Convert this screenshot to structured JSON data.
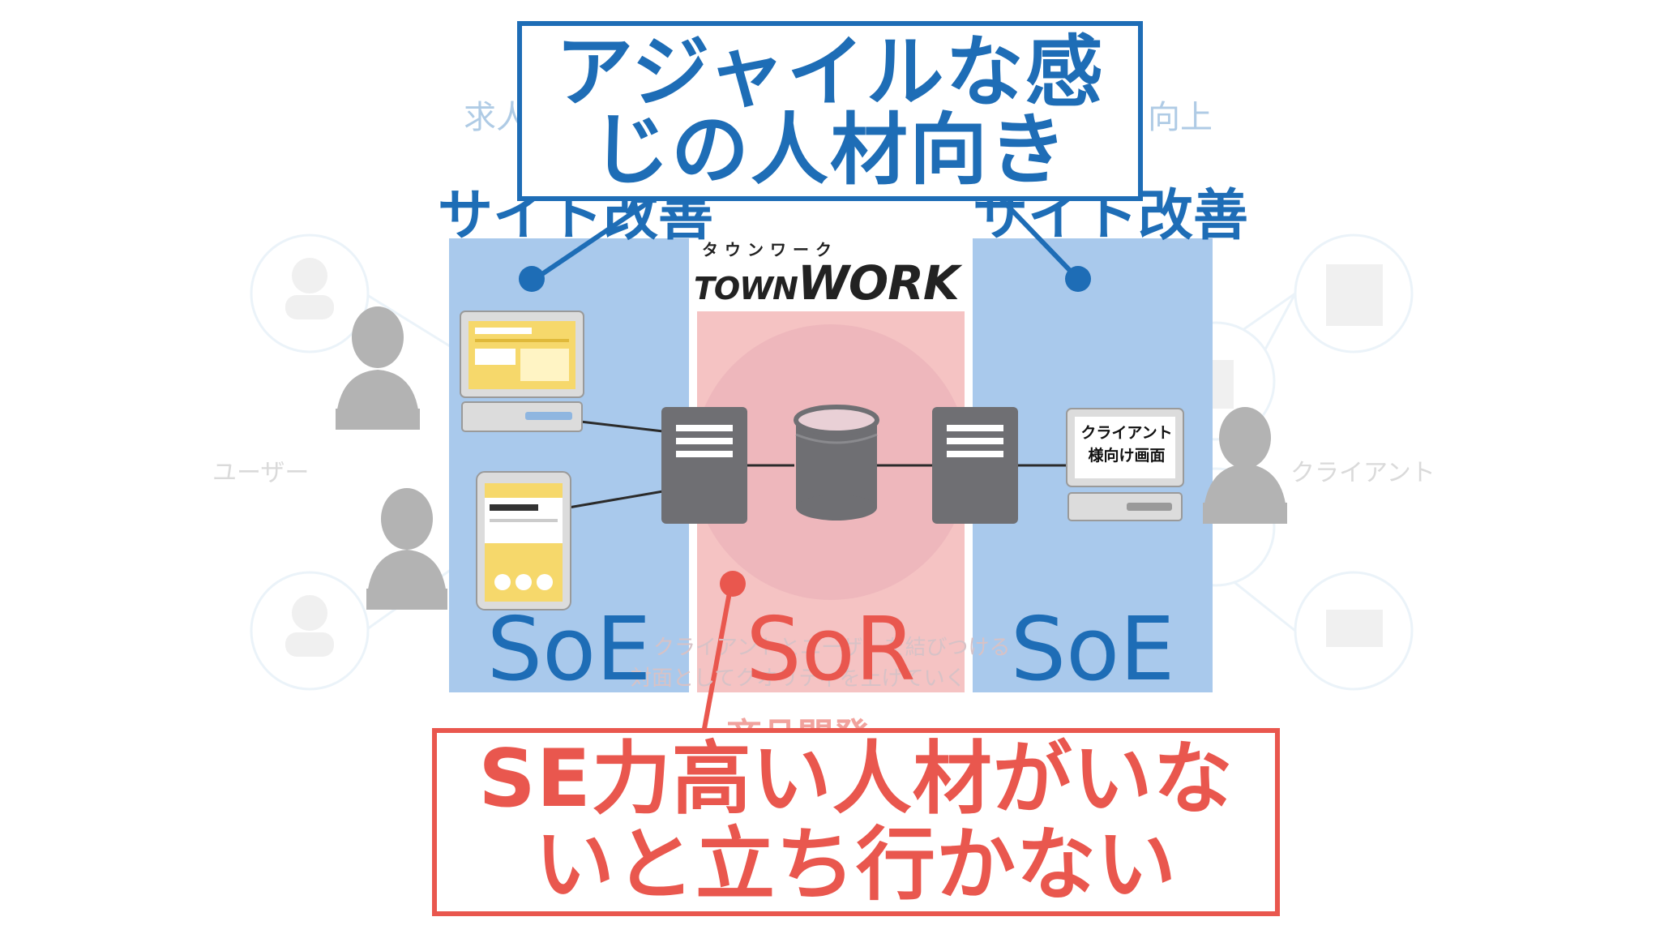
{
  "captions": {
    "top_line1": "アジャイルな感",
    "top_line2": "じの人材向き",
    "bottom_line1": "SE力高い人材がいな",
    "bottom_line2": "いと立ち行かない"
  },
  "headers": {
    "left_fragment": "求人",
    "right_fragment": "向上",
    "left_improve": "サイト改善",
    "right_improve": "サイト改善"
  },
  "logo": {
    "kana": "タウンワーク",
    "town": "TOWN",
    "work": "WORK"
  },
  "zones": {
    "soe_left": "SoE",
    "sor": "SoR",
    "soe_right": "SoE"
  },
  "client_screen": {
    "line1": "クライアント",
    "line2": "様向け画面"
  },
  "faded": {
    "user_label": "ユーザー",
    "client_label": "クライアント",
    "center_heading": "商品開発",
    "center_desc_line1": "クライアントとユーザーを結びつける",
    "center_desc_line2": "対面としてクオリティを上げていく"
  },
  "colors": {
    "blue": "#1e6db6",
    "red": "#e9574e",
    "soe_fill": "#a9c9ec",
    "sor_fill": "#f5c3c3",
    "server_gray": "#6f6f73",
    "person_gray": "#b3b3b3"
  }
}
